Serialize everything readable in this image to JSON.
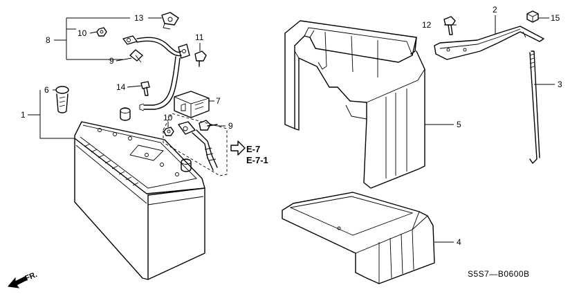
{
  "callouts": {
    "c1": "1",
    "c2": "2",
    "c3": "3",
    "c4": "4",
    "c5": "5",
    "c6": "6",
    "c7": "7",
    "c8": "8",
    "c9a": "9",
    "c9b": "9",
    "c10a": "10",
    "c10b": "10",
    "c11": "11",
    "c12": "12",
    "c13": "13",
    "c14": "14",
    "c15": "15"
  },
  "references": {
    "e7": "E-7",
    "e71": "E-7-1"
  },
  "drawing_code": "S5S7—B0600B",
  "front_label": "FR."
}
